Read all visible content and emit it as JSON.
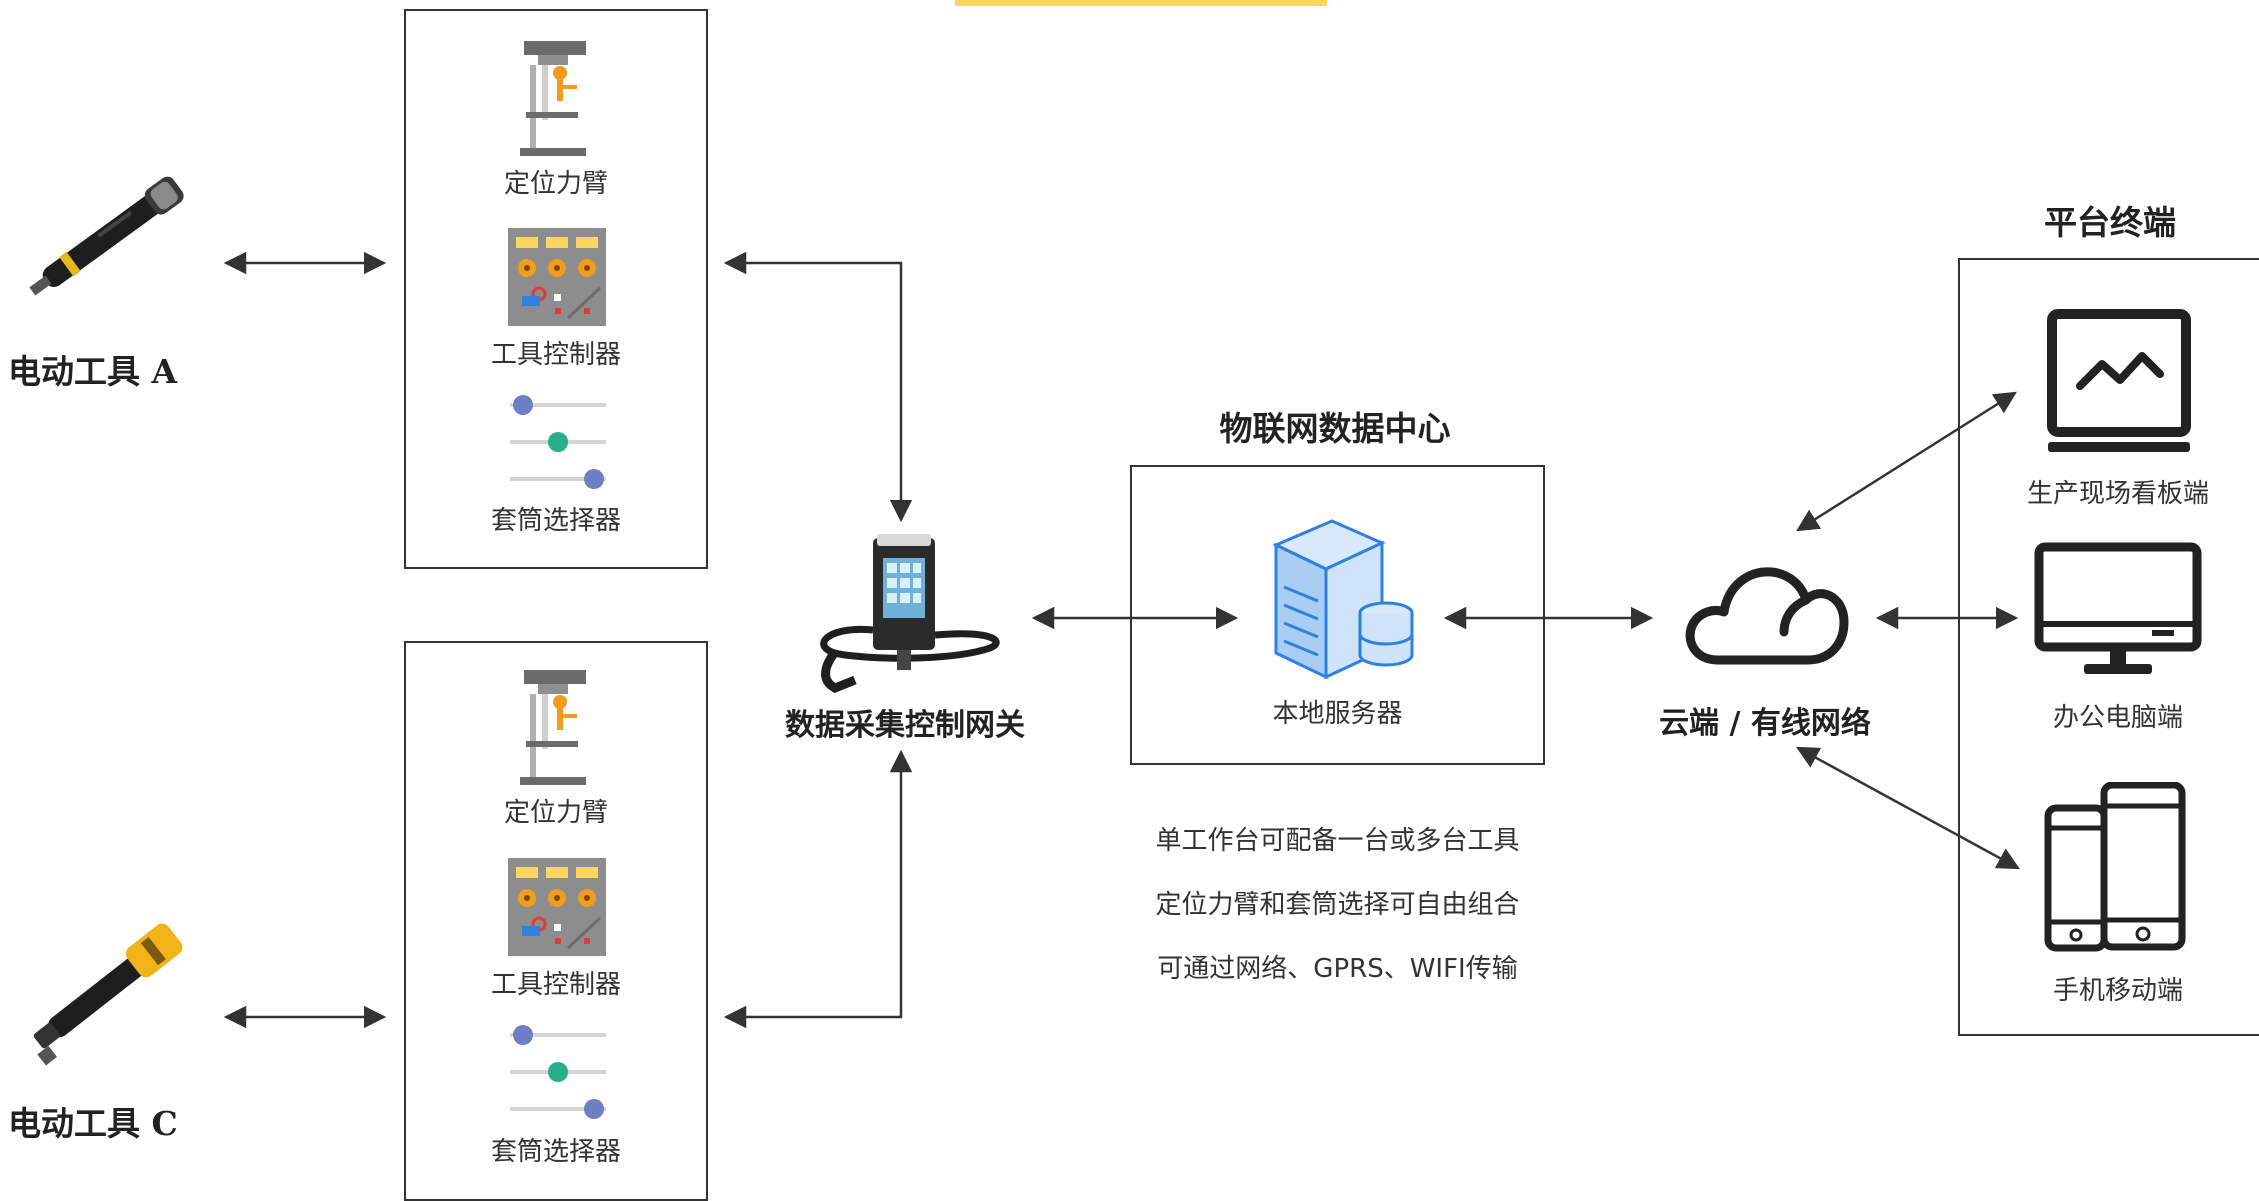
{
  "tools": {
    "a_label": "电动工具 A",
    "c_label": "电动工具 C"
  },
  "station_top": {
    "arm_label": "定位力臂",
    "controller_label": "工具控制器",
    "selector_label": "套筒选择器"
  },
  "station_bottom": {
    "arm_label": "定位力臂",
    "controller_label": "工具控制器",
    "selector_label": "套筒选择器"
  },
  "gateway": {
    "label": "数据采集控制网关"
  },
  "iot_center": {
    "title": "物联网数据中心",
    "server_label": "本地服务器"
  },
  "notes": [
    "单工作台可配备一台或多台工具",
    "定位力臂和套筒选择可自由组合",
    "可通过网络、GPRS、WIFI传输"
  ],
  "cloud": {
    "label": "云端 / 有线网络"
  },
  "terminals": {
    "title": "平台终端",
    "board_label": "生产现场看板端",
    "pc_label": "办公电脑端",
    "mobile_label": "手机移动端"
  },
  "colors": {
    "accent_yellow": "#fbd762",
    "server_blue": "#2f80e0",
    "slider_blue": "#6f7fc4",
    "slider_green": "#27b08a",
    "drill_orange": "#f29b1d"
  }
}
